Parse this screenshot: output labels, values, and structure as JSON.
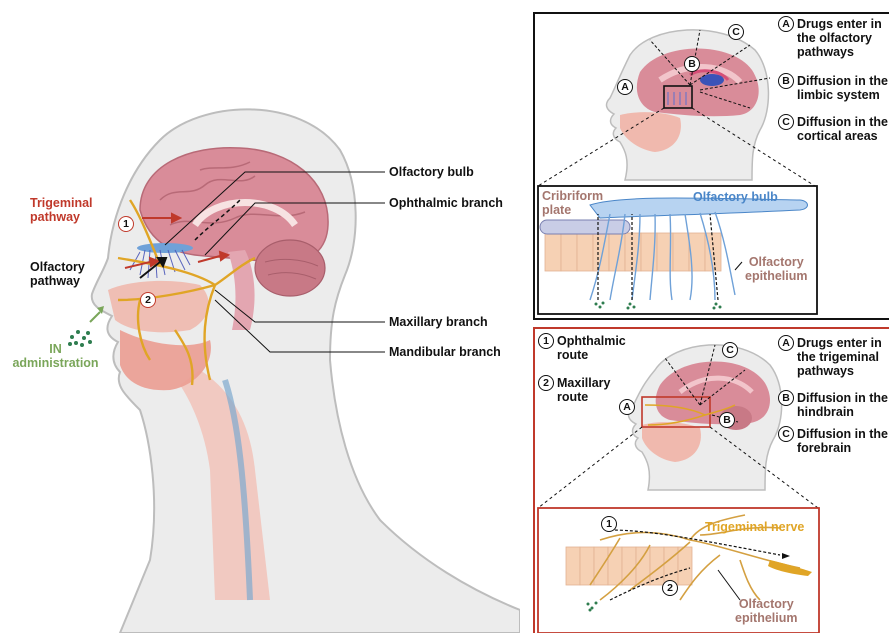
{
  "main": {
    "trigeminal_pathway": "Trigeminal\npathway",
    "olfactory_pathway": "Olfactory\npathway",
    "in_administration": "IN\nadministration",
    "marker_1": "1",
    "marker_2": "2",
    "labels": {
      "olfactory_bulb": "Olfactory bulb",
      "ophthalmic_branch": "Ophthalmic branch",
      "maxillary_branch": "Maxillary branch",
      "mandibular_branch": "Mandibular branch"
    }
  },
  "olfactory_panel": {
    "markers": {
      "a": "A",
      "b": "B",
      "c": "C"
    },
    "legend": [
      {
        "key": "A",
        "text": "Drugs enter in\nthe olfactory\npathways"
      },
      {
        "key": "B",
        "text": "Diffusion in the\nlimbic system"
      },
      {
        "key": "C",
        "text": "Diffusion in the\ncortical areas"
      }
    ],
    "inset": {
      "cribriform_plate": "Cribriform\nplate",
      "olfactory_bulb": "Olfactory bulb",
      "olfactory_epithelium": "Olfactory\nepithelium"
    }
  },
  "trigeminal_panel": {
    "routes": [
      {
        "key": "1",
        "text": "Ophthalmic\nroute"
      },
      {
        "key": "2",
        "text": "Maxillary\nroute"
      }
    ],
    "markers": {
      "a": "A",
      "b": "B",
      "c": "C"
    },
    "legend": [
      {
        "key": "A",
        "text": "Drugs enter in\nthe trigeminal\npathways"
      },
      {
        "key": "B",
        "text": "Diffusion in the\nhindbrain"
      },
      {
        "key": "C",
        "text": "Diffusion in the\nforebrain"
      }
    ],
    "inset": {
      "marker_1": "1",
      "marker_2": "2",
      "trigeminal_nerve": "Trigeminal nerve",
      "olfactory_epithelium": "Olfactory\nepithelium"
    }
  },
  "colors": {
    "trigeminal_red": "#c0392b",
    "olfactory_blue": "#4a86c8",
    "nerve_yellow": "#e0a526",
    "brain_pink": "#d98c99",
    "in_green": "#7aa65a",
    "epithelium_orange": "#f6d1b4"
  }
}
